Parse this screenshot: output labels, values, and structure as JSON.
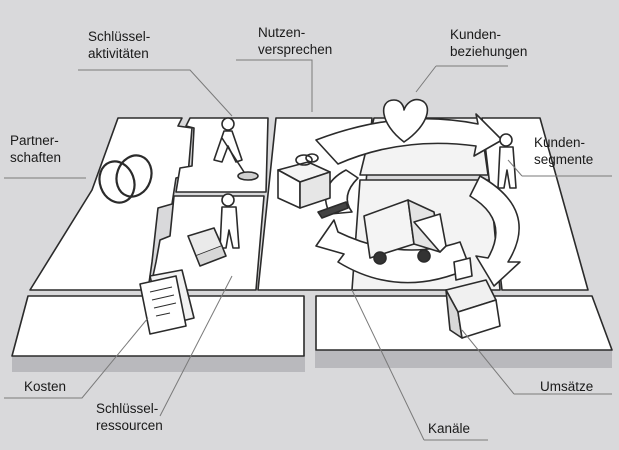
{
  "labels": {
    "schluesselaktivitaeten": "Schlüssel-\naktivitäten",
    "nutzenversprechen": "Nutzen-\nversprechen",
    "kundenbeziehungen": "Kunden-\nbeziehungen",
    "partnerschaften": "Partner-\nschaften",
    "kundensegmente": "Kunden-\nsegmente",
    "kosten": "Kosten",
    "umsaetze": "Umsätze",
    "schluesselressourcen": "Schlüssel-\nressourcen",
    "kanaele": "Kanäle"
  },
  "colors": {
    "background": "#d9d9db",
    "tile": "#ffffff",
    "tile_side": "#b9b9bd",
    "outline": "#2b2b2b",
    "text": "#1a1a1a"
  },
  "icons": [
    "rings-icon",
    "digging-person-icon",
    "worker-with-crate-icon",
    "gift-box-icon",
    "heart-icon",
    "customer-person-icon",
    "delivery-truck-icon",
    "cash-register-icon",
    "document-sheets-icon"
  ]
}
